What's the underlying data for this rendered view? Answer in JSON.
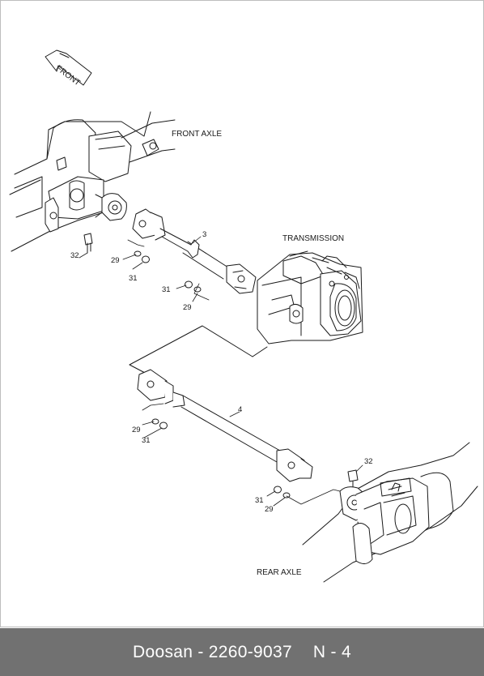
{
  "labels": {
    "front_arrow": "FRONT",
    "front_axle": "FRONT AXLE",
    "transmission": "TRANSMISSION",
    "rear_axle": "REAR AXLE"
  },
  "callouts": {
    "shaft_front": "3",
    "shaft_rear": "4",
    "bolt_front": "32",
    "washer_front_a": "29",
    "nut_front_a": "31",
    "nut_front_b": "31",
    "washer_front_b": "29",
    "washer_rear_a": "29",
    "nut_rear_a": "31",
    "bolt_rear": "32",
    "nut_rear_b": "31",
    "washer_rear_b": "29"
  },
  "footer": {
    "brand_part": "Doosan - 2260-9037",
    "page_ref": "N - 4"
  }
}
